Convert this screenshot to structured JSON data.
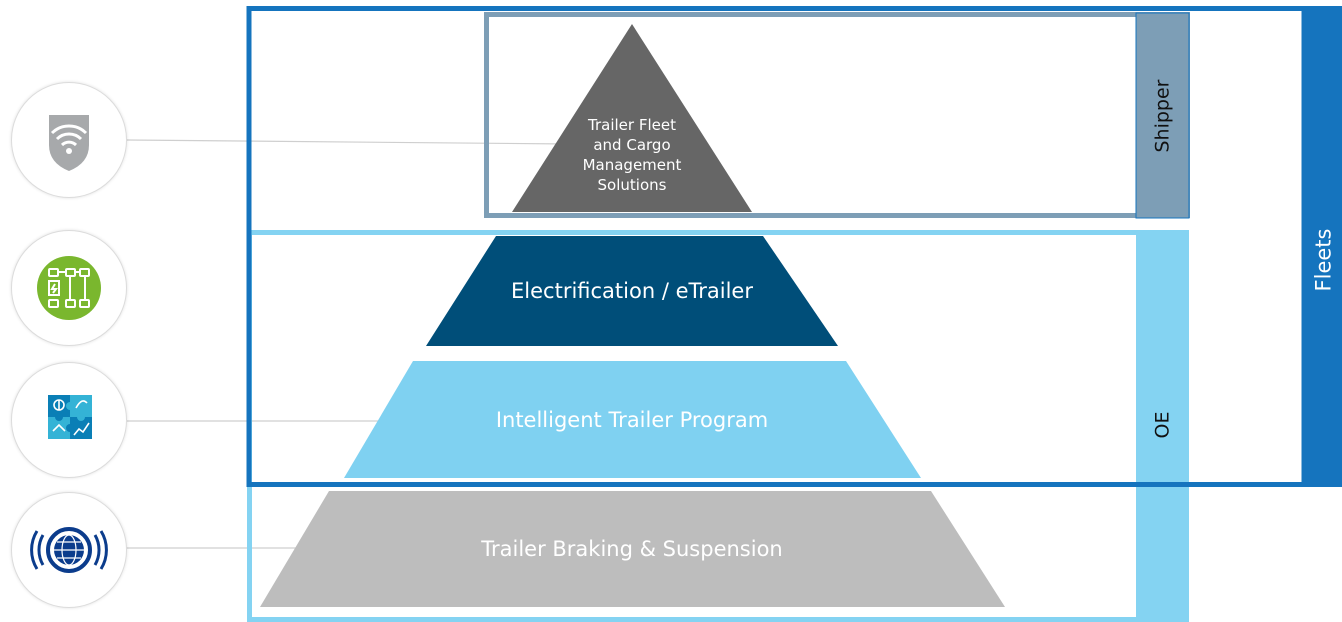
{
  "colors": {
    "fleets_blue": "#1574be",
    "oe_light_blue": "#84d3f2",
    "shipper_grey_blue": "#7d9eb6",
    "tier_top_grey": "#666666",
    "tier_electrification": "#004e79",
    "tier_intelligent": "#7fd1f1",
    "tier_braking": "#bdbdbd",
    "connector_line": "#cfcfcf"
  },
  "groups": {
    "fleets": "Fleets",
    "shipper": "Shipper",
    "oe": "OE"
  },
  "tiers": {
    "top_lines": [
      "Trailer Fleet",
      "and Cargo",
      "Management",
      "Solutions"
    ],
    "electrification": "Electrification / eTrailer",
    "intelligent": "Intelligent Trailer Program",
    "braking": "Trailer Braking & Suspension"
  },
  "icons": [
    "wifi-shield-icon",
    "axle-chassis-icon",
    "puzzle-icon",
    "globe-network-icon"
  ]
}
